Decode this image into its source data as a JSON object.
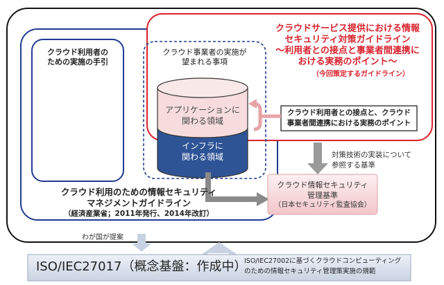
{
  "user_guide": {
    "lines": [
      "クラウド利用者の",
      "ための実施の手引"
    ]
  },
  "provider_box": {
    "lines": [
      "クラウド事業者の実施が",
      "望まれる事項"
    ]
  },
  "cylinder": {
    "application_lines": [
      "アプリケーションに",
      "関わる領域"
    ],
    "infra_lines": [
      "インフラに",
      "関わる領域"
    ]
  },
  "red_box": {
    "title_lines": [
      "クラウドサービス提供における情報",
      "セキュリティ対策ガイドライン",
      "〜利用者との接点と事業者間連携に",
      "おける実務のポイント〜"
    ],
    "note": "（今回策定するガイドライン）"
  },
  "point_box": {
    "lines": [
      "クラウド利用者との接点と、クラウド",
      "事業者間連携における実務のポイント"
    ]
  },
  "reference_label": {
    "lines": [
      "対策技術の実装について",
      "参照する基準"
    ]
  },
  "standard_box": {
    "lines": [
      "クラウド情報セキュリティ",
      "管理基準",
      "（日本セキュリティ監査協会）"
    ]
  },
  "management_guideline": {
    "lines": [
      "クラウド利用のための情報セキュリティ",
      "マネジメントガイドライン",
      "（経済産業省；2011年発行、2014年改訂）"
    ]
  },
  "proposal_label": "わが国が提案",
  "iso_bar": {
    "title": "ISO/IEC27017（概念基盤：作成中）",
    "desc_lines": [
      "ISO/IEC27002に基づくクラウドコンピューティング",
      "のための情報セキュリティ管理策実施の規範"
    ]
  },
  "colors": {
    "navy": "#1f3a93",
    "red": "#d9232d",
    "cylinder_top": "#f6dcdc",
    "cylinder_bottom": "#2f5496",
    "arrow_grey": "#8f8f8f"
  }
}
